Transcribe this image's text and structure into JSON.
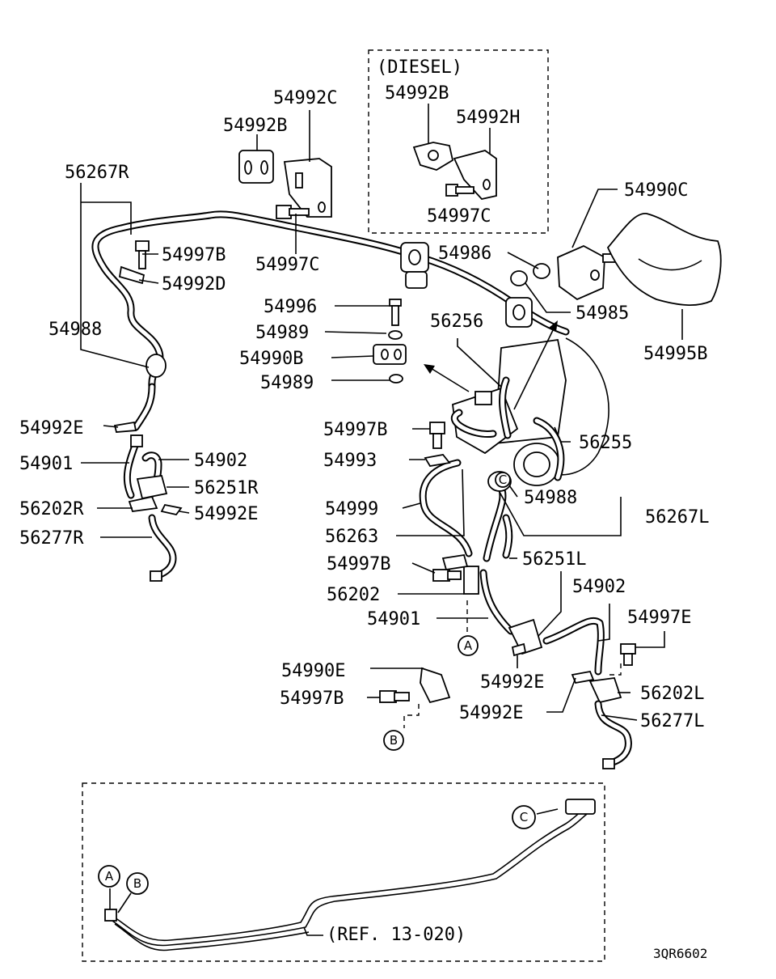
{
  "diagram": {
    "diesel_box_title": "(DIESEL)",
    "reference": "(REF. 13-020)",
    "drawing_code": "3QR6602",
    "labels": {
      "p54992C": "54992C",
      "p54992B_top": "54992B",
      "p54992B_diesel": "54992B",
      "p54992H": "54992H",
      "p54997C_diesel": "54997C",
      "p54990C": "54990C",
      "p56267R": "56267R",
      "p54997B_top": "54997B",
      "p54992D": "54992D",
      "p54997C_top": "54997C",
      "p54986": "54986",
      "p54985": "54985",
      "p54995B": "54995B",
      "p54996": "54996",
      "p54989_a": "54989",
      "p54988_left": "54988",
      "p56256": "56256",
      "p54990B": "54990B",
      "p54989_b": "54989",
      "p54992E_left": "54992E",
      "p54997B_mid": "54997B",
      "p56255": "56255",
      "p54901_left": "54901",
      "p54902_left": "54902",
      "p54993": "54993",
      "p56251R": "56251R",
      "p56202R": "56202R",
      "p54992E_left2": "54992E",
      "p54999": "54999",
      "p54988_right": "54988",
      "p56267L": "56267L",
      "p56277R": "56277R",
      "p56263": "56263",
      "p56251L": "56251L",
      "p54997B_low": "54997B",
      "p54902_right": "54902",
      "p56202": "56202",
      "p54901_right": "54901",
      "p54997E": "54997E",
      "p54990E": "54990E",
      "p54992E_right": "54992E",
      "p54997B_bottom": "54997B",
      "p54992E_right2": "54992E",
      "p56202L": "56202L",
      "p56277L": "56277L"
    },
    "callouts": {
      "a_top": "A",
      "b_top": "B",
      "c_top": "C",
      "a_bottom": "A",
      "b_bottom": "B",
      "c_bottom": "C"
    }
  }
}
